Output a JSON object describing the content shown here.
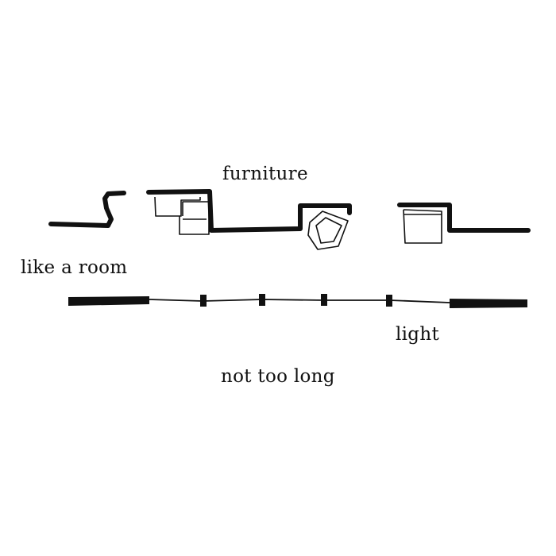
{
  "labels": {
    "furniture": "furniture",
    "like_a_room": "like a room",
    "light": "light",
    "not_too_long": "not too long"
  },
  "colors": {
    "ink": "#111111",
    "paper": "#ffffff"
  }
}
